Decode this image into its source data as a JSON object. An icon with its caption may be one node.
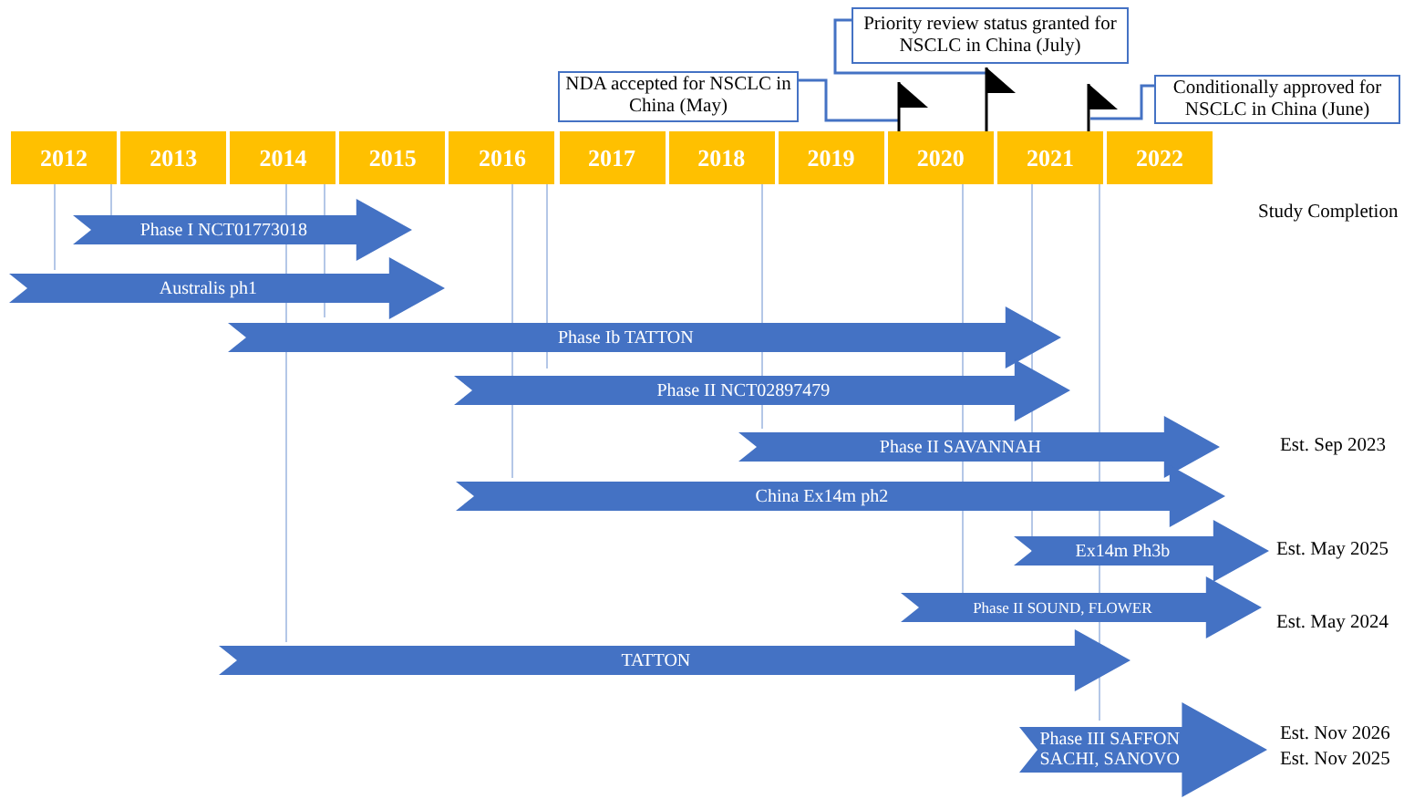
{
  "diagram": {
    "nodes": [
      {
        "text": [
          "Priority review status granted for NSCLC in China (July)"
        ]
      },
      {
        "text": [
          "NDA accepted for NSCLC in China (May)"
        ]
      },
      {
        "text": [],
        "shape": "flag"
      },
      {
        "text": [],
        "shape": "flag"
      },
      {
        "text": [],
        "shape": "flag"
      },
      {
        "text": [
          "Conditionally approved for NSCLC in China (June)"
        ]
      },
      {
        "text": [
          "2012"
        ]
      },
      {
        "text": [
          "2013"
        ]
      },
      {
        "text": [
          "2014"
        ]
      },
      {
        "text": [
          "2015"
        ]
      },
      {
        "text": [
          "2016"
        ]
      },
      {
        "text": [
          "2017"
        ]
      },
      {
        "text": [
          "2018"
        ]
      },
      {
        "text": [
          "2019"
        ]
      },
      {
        "text": [
          "2020"
        ]
      },
      {
        "text": [
          "2021"
        ]
      },
      {
        "text": [
          "2022"
        ]
      },
      {
        "text": [
          "Phase I NCT01773018"
        ]
      },
      {
        "text": [
          "Australis ph1"
        ]
      },
      {
        "text": [
          "Phase Ib TATTON"
        ]
      },
      {
        "text": [
          "Phase II NCT02897479"
        ]
      },
      {
        "text": [
          "Phase II SAVANNAH"
        ],
        "beside": [
          "Est. Sep 2023"
        ]
      },
      {
        "text": [
          "China Ex14m ph2"
        ]
      },
      {
        "text": [
          "Ex14m Ph3b"
        ],
        "beside": [
          "Est. May 2025"
        ]
      },
      {
        "text": [
          "Phase II SOUND, FLOWER"
        ],
        "beside": [
          "Est. May 2024"
        ]
      },
      {
        "text": [
          "TATTON"
        ]
      },
      {
        "text": [
          "Phase III SAFFON SACHI, SANOVO"
        ],
        "beside": [
          "Est. Nov 2026",
          "Est. Nov 2025"
        ]
      }
    ],
    "edges": [
      {
        "from": 1,
        "to": 2,
        "arrow": "none"
      },
      {
        "from": 0,
        "to": 3,
        "arrow": "none"
      },
      {
        "from": 5,
        "to": 4,
        "arrow": "none"
      }
    ],
    "labels": [
      "Study Completion"
    ]
  }
}
